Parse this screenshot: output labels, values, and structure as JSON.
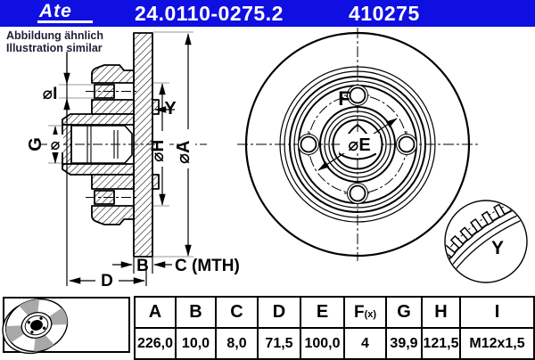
{
  "header": {
    "logo_text": "Ate",
    "part_number": "24.0110-0275.2",
    "reference_number": "410275",
    "bg_color": "#0f0fe1"
  },
  "similar_note": {
    "line_de": "Abbildung ähnlich",
    "line_en": "Illustration similar"
  },
  "section_view": {
    "labels": {
      "dia_i": "⌀I",
      "g": "G",
      "diameter_sign": "⌀",
      "y": "Y",
      "dia_h": "⌀H",
      "dia_a": "⌀A",
      "b": "B",
      "c_mth": "C (MTH)",
      "d": "D"
    }
  },
  "front_view": {
    "labels": {
      "f": "F",
      "dia_e": "⌀E"
    }
  },
  "detail_view": {
    "label": "Y"
  },
  "dimensions_table": {
    "headers": [
      "A",
      "B",
      "C",
      "D",
      "E",
      "F(x)",
      "G",
      "H",
      "I"
    ],
    "fx_header": {
      "main": "F",
      "small": "(x)"
    },
    "values": [
      "226,0",
      "10,0",
      "8,0",
      "71,5",
      "100,0",
      "4",
      "39,9",
      "121,5",
      "M12x1,5"
    ]
  },
  "colors": {
    "line": "#000000",
    "extension_line": "#999999",
    "illustration_gray": "#a8a8a8"
  }
}
